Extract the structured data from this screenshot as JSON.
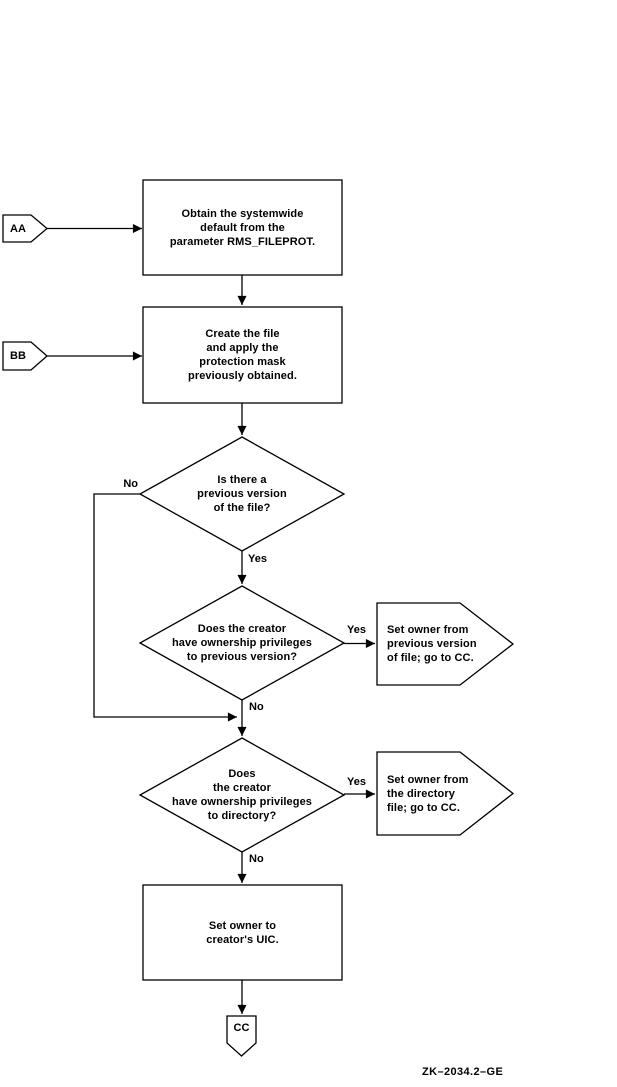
{
  "diagram": {
    "caption": "ZK–2034.2–GE",
    "connectors": {
      "aa": "AA",
      "bb": "BB",
      "cc": "CC"
    },
    "boxes": {
      "obtain_default": "Obtain the systemwide\ndefault from the\nparameter RMS_FILEPROT.",
      "create_file": "Create the file\nand apply the\nprotection mask\npreviously obtained.",
      "set_owner_uic": "Set owner to\ncreator's UIC."
    },
    "decisions": {
      "previous_version": "Is there a\nprevious version\nof the file?",
      "ownership_previous": "Does the creator\nhave ownership privileges\nto previous version?",
      "ownership_directory": "Does\nthe creator\nhave ownership privileges\nto directory?"
    },
    "terminals": {
      "owner_from_previous": "Set owner from\nprevious version\nof file; go to CC.",
      "owner_from_directory": "Set owner from\nthe directory\nfile; go to CC."
    },
    "edge_labels": {
      "d1_no": "No",
      "d1_yes": "Yes",
      "d2_yes": "Yes",
      "d2_no": "No",
      "d3_yes": "Yes",
      "d3_no": "No"
    },
    "colors": {
      "line": "#000000",
      "background": "#ffffff"
    }
  }
}
